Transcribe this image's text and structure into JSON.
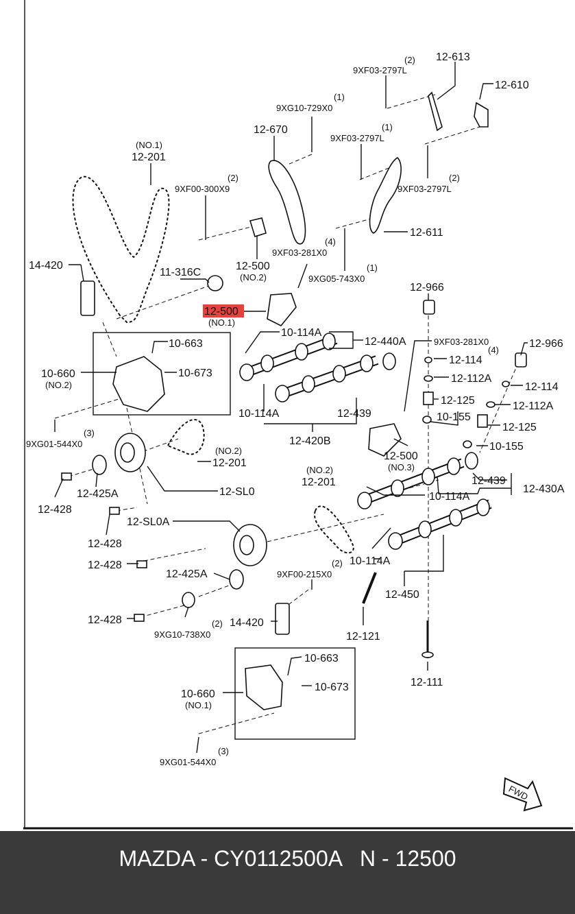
{
  "diagram": {
    "highlight_color": "#e8413b",
    "labels": {
      "l_12_613": "12-613",
      "l_9xf03_2797l_a_q": "(2)",
      "l_9xf03_2797l_a": "9XF03-2797L",
      "l_12_610": "12-610",
      "l_9xg10_729x0_q": "(1)",
      "l_9xg10_729x0": "9XG10-729X0",
      "l_12_670": "12-670",
      "l_9xf03_2797l_b_q": "(1)",
      "l_9xf03_2797l_b": "9XF03-2797L",
      "l_12_201_no1_a_sub": "(NO.1)",
      "l_12_201_no1_a": "12-201",
      "l_9xf00_300x9_q": "(2)",
      "l_9xf00_300x9": "9XF00-300X9",
      "l_9xf03_2797l_c_q": "(2)",
      "l_9xf03_2797l_c": "9XF03-2797L",
      "l_12_611": "12-611",
      "l_9xf03_281x0_a_q": "(4)",
      "l_9xf03_281x0_a": "9XF03-281X0",
      "l_12_500_no2": "12-500",
      "l_12_500_no2_sub": "(NO.2)",
      "l_14_420_a": "14-420",
      "l_11_316c": "11-316C",
      "l_9xg05_743x0_q": "(1)",
      "l_9xg05_743x0": "9XG05-743X0",
      "l_12_966_a": "12-966",
      "l_12_500_no1": "12-500",
      "l_12_500_no1_sub": "(NO.1)",
      "l_10_114a_a": "10-114A",
      "l_12_440a": "12-440A",
      "l_9xf03_281x0_b_q": "(4)",
      "l_9xf03_281x0_b": "9XF03-281X0",
      "l_12_966_b": "12-966",
      "l_10_663_a": "10-663",
      "l_10_660_no2": "10-660",
      "l_10_660_no2_sub": "(NO.2)",
      "l_10_673_a": "10-673",
      "l_12_114_a": "12-114",
      "l_12_112a_a": "12-112A",
      "l_12_114_b": "12-114",
      "l_12_125_a": "12-125",
      "l_12_112a_b": "12-112A",
      "l_10_114a_b": "10-114A",
      "l_12_439_a": "12-439",
      "l_10_155_a": "10-155",
      "l_12_125_b": "12-125",
      "l_9xg01_544x0_a_q": "(3)",
      "l_9xg01_544x0_a": "9XG01-544X0",
      "l_12_420b": "12-420B",
      "l_12_201_no2_a_sub": "(NO.2)",
      "l_12_201_no2_a": "12-201",
      "l_10_155_b": "10-155",
      "l_12_500_no3": "12-500",
      "l_12_500_no3_sub": "(NO.3)",
      "l_12_201_no2_b_sub": "(NO.2)",
      "l_12_201_no2_b": "12-201",
      "l_12_439_b": "12-439",
      "l_12_430a": "12-430A",
      "l_12_425a_a": "12-425A",
      "l_12_sl0": "12-SL0",
      "l_10_114a_c": "10-114A",
      "l_12_428_a": "12-428",
      "l_12_sl0a": "12-SL0A",
      "l_12_428_b": "12-428",
      "l_12_428_c": "12-428",
      "l_10_114a_d": "10-114A",
      "l_12_425a_b": "12-425A",
      "l_9xf00_215x0_q": "(2)",
      "l_9xf00_215x0": "9XF00-215X0",
      "l_12_450": "12-450",
      "l_12_428_d": "12-428",
      "l_9xg10_738x0_q": "(2)",
      "l_9xg10_738x0": "9XG10-738X0",
      "l_14_420_b": "14-420",
      "l_12_121": "12-121",
      "l_10_663_b": "10-663",
      "l_10_660_no1": "10-660",
      "l_10_660_no1_sub": "(NO.1)",
      "l_10_673_b": "10-673",
      "l_12_111": "12-111",
      "l_9xg01_544x0_b_q": "(3)",
      "l_9xg01_544x0_b": "9XG01-544X0",
      "fwd": "FWD"
    }
  },
  "footer": {
    "text": "MAZDA - CY0112500A   N - 12500"
  }
}
